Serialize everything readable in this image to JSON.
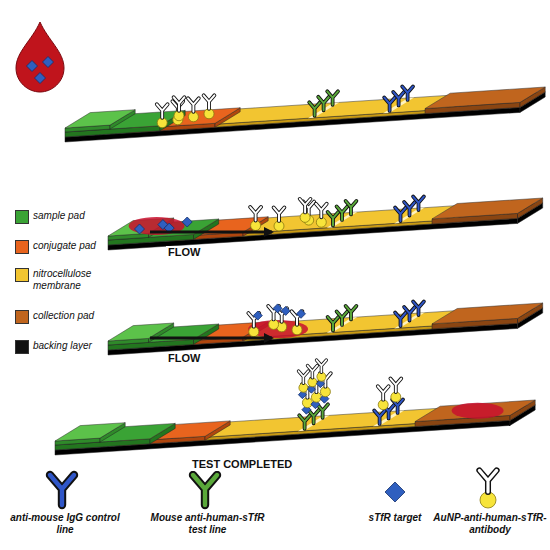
{
  "diagram": {
    "labels": [
      "FLOW",
      "FLOW",
      "TEST COMPLETED"
    ],
    "legend": [
      {
        "text": "sample pad",
        "color": "#3aa335"
      },
      {
        "text": "conjugate pad",
        "color": "#e8641e"
      },
      {
        "text": "nitrocellulose membrane",
        "color": "#f2c531"
      },
      {
        "text": "collection pad",
        "color": "#c0651e"
      },
      {
        "text": "backing layer",
        "color": "#111111"
      },
      {
        "text": "anti-mouse IgG control line"
      },
      {
        "text": "Mouse anti-human-sTfR test line"
      },
      {
        "text": "sTfR target"
      },
      {
        "text": "AuNP-anti-human-sTfR-antibody"
      }
    ]
  }
}
